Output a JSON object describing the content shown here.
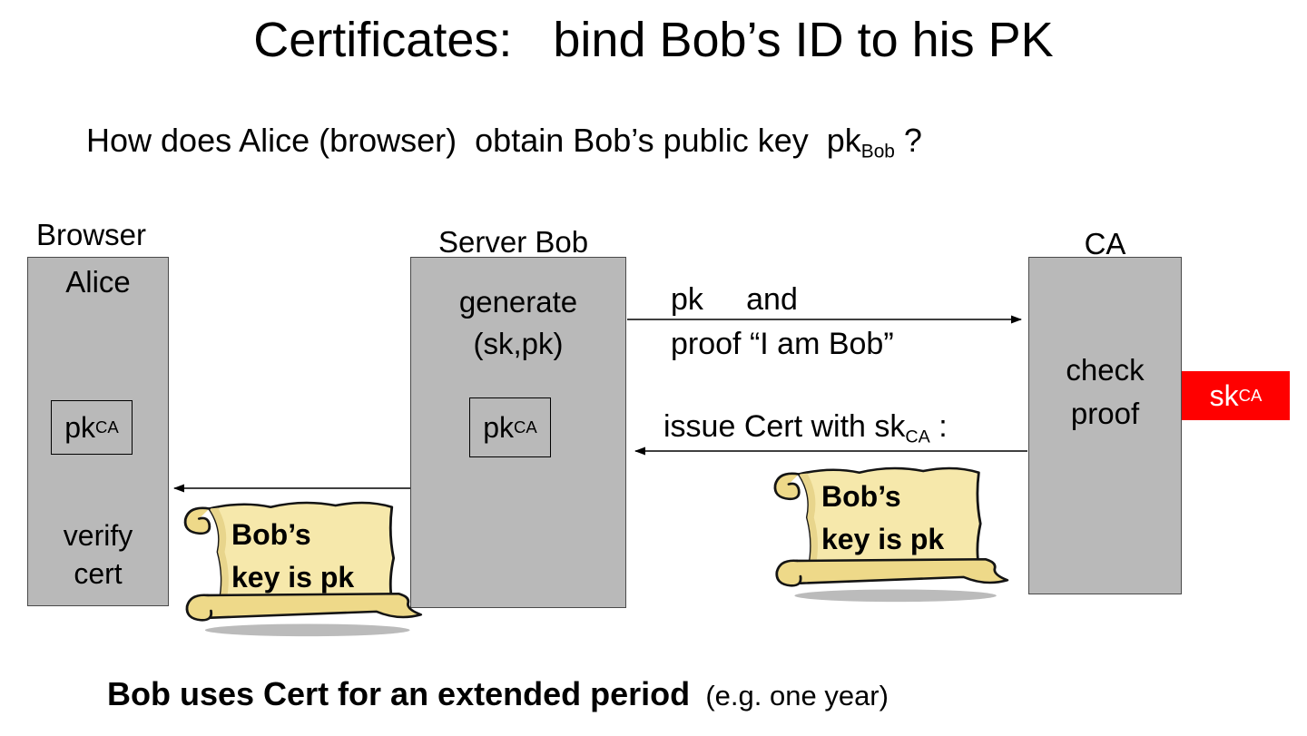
{
  "title": "Certificates:   bind Bob’s ID to his PK",
  "question": {
    "pre": "How does Alice (browser)  obtain Bob’s public key  pk",
    "sub": "Bob",
    "post": " ?"
  },
  "actors": {
    "alice": {
      "label": "Browser",
      "name": "Alice",
      "key_base": "pk",
      "key_sub": "CA",
      "action": "verify\ncert"
    },
    "bob": {
      "label": "Server Bob",
      "action": "generate\n(sk,pk)",
      "key_base": "pk",
      "key_sub": "CA"
    },
    "ca": {
      "label": "CA",
      "action": "check\nproof",
      "secret_base": "sk",
      "secret_sub": "CA"
    }
  },
  "messages": {
    "enroll": "pk     and\nproof “I am Bob”",
    "issue_pre": "issue Cert with sk",
    "issue_sub": "CA",
    "issue_post": " :"
  },
  "certificate": {
    "text": "Bob’s\nkey is pk"
  },
  "footer": {
    "bold": "Bob uses Cert for an extended period",
    "normal": "  (e.g. one year)"
  },
  "colors": {
    "actor_box_gray": "#b9b9b9",
    "secret_key_red": "#ff0000",
    "parchment_yellow": "#f6e8ab"
  }
}
